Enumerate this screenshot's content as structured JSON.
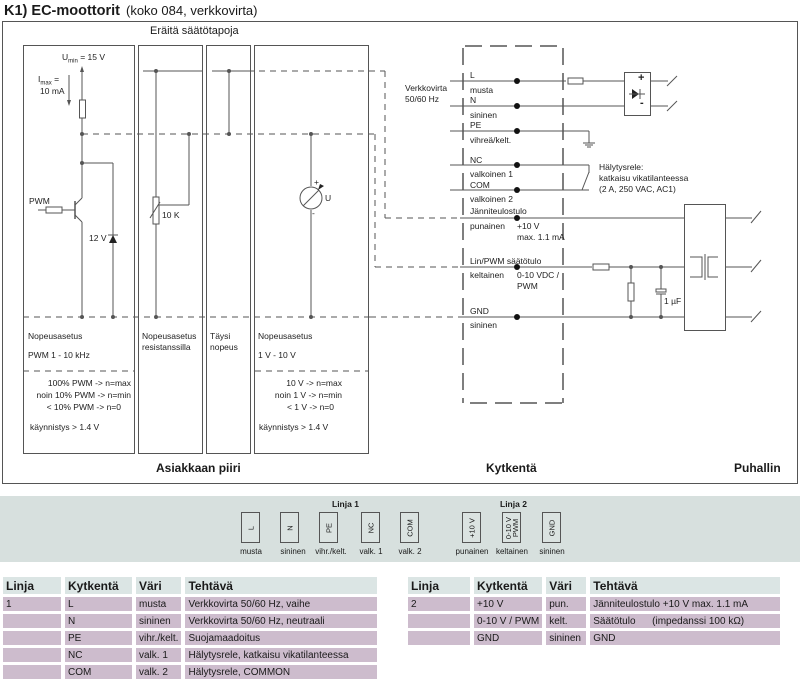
{
  "title": {
    "main": "K1) EC-moottorit",
    "sub": "(koko 084, verkkovirta)"
  },
  "diagram": {
    "section_header": "Eräitä säätötapoja",
    "customer_circuit": {
      "umin_label": "U",
      "umin_sub": "min",
      "umin_value": "= 15 V",
      "imax_label": "I",
      "imax_sub": "max",
      "imax_value": "=",
      "imax_value2": "10 mA",
      "pwm_label": "PWM",
      "zener_label": "12 V",
      "pot_label": "10 K",
      "meter_label": "U",
      "meter_plus": "+",
      "meter_minus": "-",
      "col1": {
        "title": "Nopeusasetus",
        "range": "PWM 1 - 10 kHz",
        "lines": [
          "100% PWM -> n=max",
          "noin  10% PWM -> n=min",
          "< 10% PWM -> n=0"
        ],
        "start": "käynnistys > 1.4 V"
      },
      "col2": {
        "title": "Nopeusasetus",
        "title2": "resistanssilla"
      },
      "col3": {
        "title": "Täysi",
        "title2": "nopeus"
      },
      "col4": {
        "title": "Nopeusasetus",
        "range": "1 V - 10 V",
        "lines": [
          "10 V  -> n=max",
          "noin 1 V  -> n=min",
          "< 1 V  -> n=0"
        ],
        "start": "käynnistys > 1.4 V"
      },
      "footer": "Asiakkaan piiri"
    },
    "connection": {
      "mains_label": "Verkkovirta",
      "mains_label2": "50/60 Hz",
      "terminals": [
        {
          "name": "L",
          "color": "musta"
        },
        {
          "name": "N",
          "color": "sininen"
        },
        {
          "name": "PE",
          "color": "vihreä/kelt."
        },
        {
          "name": "NC",
          "color": "valkoinen 1"
        },
        {
          "name": "COM",
          "color": "valkoinen 2"
        },
        {
          "name": "Jänniteulostulo",
          "color": "punainen"
        },
        {
          "name": "Lin/PWM säätötulo",
          "color": "keltainen"
        },
        {
          "name": "GND",
          "color": "sininen"
        }
      ],
      "voltage_out": "+10 V",
      "voltage_out2": "max. 1.1 mA",
      "control_in": "0-10 VDC /",
      "control_in2": "PWM",
      "footer": "Kytkentä"
    },
    "fan": {
      "relay_label": "Hälytysrele:",
      "relay_label2": "katkaisu vikatilanteessa",
      "relay_label3": "(2 A, 250 VAC, AC1)",
      "rect_plus": "+",
      "rect_minus": "-",
      "cap_label": "1 µF",
      "footer": "Puhallin"
    }
  },
  "terminal_strip": {
    "group1_title": "Linja 1",
    "group2_title": "Linja 2",
    "terminals": [
      {
        "label": "L",
        "caption": "musta"
      },
      {
        "label": "N",
        "caption": "sininen"
      },
      {
        "label": "PE",
        "caption": "vihr./kelt."
      },
      {
        "label": "NC",
        "caption": "valk. 1"
      },
      {
        "label": "COM",
        "caption": "valk. 2"
      },
      {
        "label": "+10 V",
        "caption": "punainen"
      },
      {
        "label": "0-10 V PWM",
        "caption": "keltainen"
      },
      {
        "label": "GND",
        "caption": "sininen"
      }
    ]
  },
  "tables": {
    "headers": [
      "Linja",
      "Kytkentä",
      "Väri",
      "Tehtävä"
    ],
    "line1": [
      [
        "1",
        "L",
        "musta",
        "Verkkovirta 50/60 Hz, vaihe"
      ],
      [
        "",
        "N",
        "sininen",
        "Verkkovirta 50/60 Hz, neutraali"
      ],
      [
        "",
        "PE",
        "vihr./kelt.",
        "Suojamaadoitus"
      ],
      [
        "",
        "NC",
        "valk. 1",
        "Hälytysrele, katkaisu vikatilanteessa"
      ],
      [
        "",
        "COM",
        "valk. 2",
        "Hälytysrele, COMMON"
      ]
    ],
    "line2": [
      [
        "2",
        "+10 V",
        "pun.",
        "Jänniteulostulo +10 V max. 1.1 mA"
      ],
      [
        "",
        "0-10 V / PWM",
        "kelt.",
        "Säätötulo      (impedanssi 100 kΩ)"
      ],
      [
        "",
        "GND",
        "sininen",
        "GND"
      ]
    ]
  },
  "colors": {
    "header_bg": "#dbe5e4",
    "row_bg": "#cdbccd",
    "strip_bg": "#d7e0de",
    "line": "#555555"
  }
}
